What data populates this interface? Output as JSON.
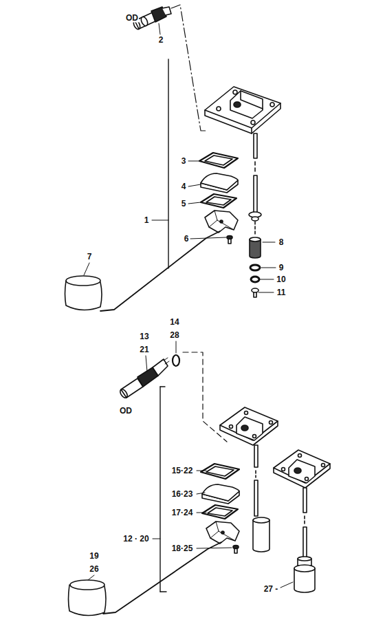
{
  "diagram": {
    "labels": [
      "OD",
      "2",
      "3",
      "4",
      "5",
      "1",
      "6",
      "7",
      "8",
      "9",
      "10",
      "11",
      "14",
      "28",
      "13",
      "21",
      "OD",
      "15·22",
      "16·23",
      "17·24",
      "12 · 20",
      "18·25",
      "19",
      "26",
      "27 -"
    ]
  }
}
